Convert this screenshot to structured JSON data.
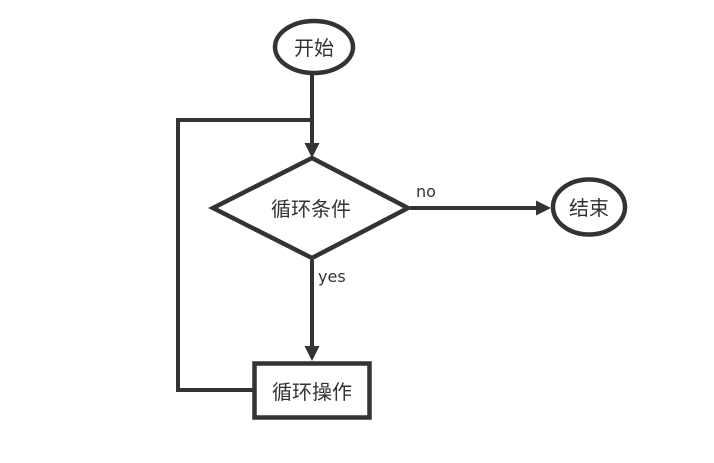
{
  "diagram": {
    "title": "loop-flowchart",
    "colors": {
      "stroke": "#333333",
      "text": "#333333",
      "background": "#ffffff"
    },
    "nodes": {
      "start": {
        "label": "开始",
        "shape": "ellipse"
      },
      "condition": {
        "label": "循环条件",
        "shape": "diamond"
      },
      "end": {
        "label": "结束",
        "shape": "ellipse"
      },
      "operation": {
        "label": "循环操作",
        "shape": "rectangle"
      }
    },
    "edge_labels": {
      "no": "no",
      "yes": "yes"
    }
  }
}
